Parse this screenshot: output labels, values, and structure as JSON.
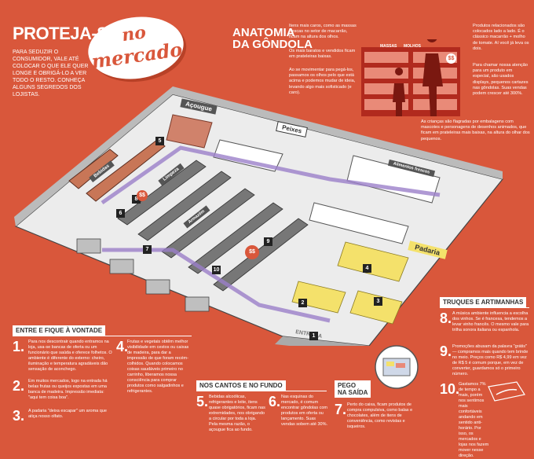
{
  "header": {
    "title": "PROTEJA-SE",
    "bubble_line1": "no",
    "bubble_line2": "mercado",
    "intro": "PARA SEDUZIR O CONSUMIDOR, VALE ATÉ COLOCAR O QUE ELE QUER LONGE E OBRIGÁ-LO A VER TODO O RESTO. CONHEÇA ALGUNS SEGREDOS DOS LOJISTAS."
  },
  "anatomy": {
    "title_line1": "ANATOMIA",
    "title_line2": "DA GÔNDOLA",
    "note_left": "Itens mais caros, como as massas frescas no setor de macarrão, ficam na altura dos olhos.",
    "note_left2": "Os mais baratos e vendidos ficam em prateleiras baixas.",
    "note_left3": "Ao se movimentar para pegá-los, passamos os olhos pelo que está acima e podemos mudar de ideia, levando algo mais sofisticado (e caro).",
    "label_massas": "MASSAS",
    "label_molhos": "MOLHOS",
    "sticker_price": "$$",
    "note_right": "Produtos relacionados são colocados lado a lado. É o clássico macarrão + molho de tomate. Aí você já leva os dois.",
    "note_right2": "Para chamar nossa atenção para um produto em especial, são usados displays, pequenos cartazes nas gôndolas. Suas vendas podem crescer até 300%.",
    "note_bottom": "As crianças são flagradas por embalagens com mascotes e personagens de desenhos animados, que ficam em prateleiras mais baixas, na altura do olhar dos pequenos."
  },
  "floor": {
    "labels": {
      "acougue": "Açougue",
      "peixes": "Peixes",
      "bebidas": "Bebidas",
      "limpeza": "Limpeza",
      "alimentos_frescos": "Alimentos frescos",
      "padaria": "Padaria",
      "armazem": "Armazém",
      "entrada": "ENTRADA"
    },
    "markers": [
      "1",
      "2",
      "3",
      "4",
      "5",
      "6",
      "7",
      "8",
      "9",
      "10"
    ],
    "stickers": [
      "$$",
      "$$"
    ]
  },
  "section_entry": {
    "heading": "ENTRE E FIQUE À VONTADE",
    "items": [
      {
        "num": "1.",
        "text": "Para nos descontrair quando entramos na loja, usa-se bancas de oferta ou um funcionário que saúda e oferece folhetos. O ambiente é diferente do externo: cheiro, iluminação e temperatura agradáveis dão sensação de aconchego."
      },
      {
        "num": "2.",
        "text": "Em muitos mercados, logo na entrada há belas frutas ou queijos expostas em uma banca de madeira. Impressão imediata: \"aqui tem coisa boa\"."
      },
      {
        "num": "3.",
        "text": "A padaria \"deixa escapar\" um aroma que atiça nosso olfato."
      },
      {
        "num": "4.",
        "text": "Frutas e vegetais obtêm melhor visibilidade em cestos ou caixas de madeira, para dar a impressão de que foram recém-colhidos. Quando colocamos coisas saudáveis primeiro no carrinho, liberamos nossa consciência para comprar produtos como salgadinhos e refrigerantes."
      }
    ]
  },
  "section_corners": {
    "heading": "NOS CANTOS E NO FUNDO",
    "items": [
      {
        "num": "5.",
        "text": "Bebidas alcoólicas, refrigerantes e leite, itens quase obrigatórios, ficam nas extremidades, nos obrigando a circular por toda a loja. Pela mesma razão, o açougue fica ao fundo."
      },
      {
        "num": "6.",
        "text": "Nas esquinas do mercado, é comum encontrar gôndolas com produtos em oferta ou lançamento. Suas vendas sobem até 30%."
      }
    ]
  },
  "section_exit": {
    "heading_line1": "PEGO",
    "heading_line2": "NA SAÍDA",
    "items": [
      {
        "num": "7.",
        "text": "Perto do caixa, ficam produtos de compra compulsiva, como balas e chocolates, além de itens de conveniência, como revistas e isqueiros."
      }
    ]
  },
  "section_tricks": {
    "heading": "TRUQUES E ARTIMANHAS",
    "items": [
      {
        "num": "8.",
        "text": "A música ambiente influencia a escolha dos vinhos. Se é francesa, tendemos a levar vinho francês. O mesmo vale para trilha sonora italiana ou espanhola."
      },
      {
        "num": "9.",
        "text": "Promoções abusam da palavra \"grátis\" — compramos mais quando tem brinde no meio. Preços como R$ 4,99 em vez de R$ 5 é comum porque, em vez de converter, guardamos só o primeiro número."
      },
      {
        "num": "10.",
        "text": "Gastamos 7% de tempo a mais, porém nos sentimos mais confortáveis andando em sentido anti-horário. Por isso, os mercados e lojas nos fazem mover nesse direção."
      }
    ]
  }
}
